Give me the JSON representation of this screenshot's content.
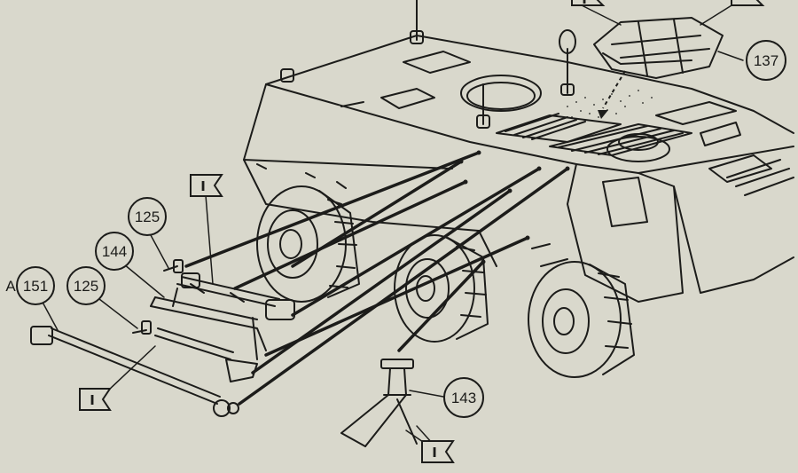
{
  "callouts": {
    "c137": "137",
    "c125_top": "125",
    "c144": "144",
    "c151": "151",
    "c125_bottom": "125",
    "c143": "143"
  },
  "prefix_a": "A",
  "flags": {
    "flag_top_center": "I",
    "flag_upper_left": "I",
    "flag_lower_left": "I",
    "flag_bottom": "I"
  },
  "colors": {
    "paper": "#d9d8cc",
    "ink": "#1c1c1a"
  }
}
